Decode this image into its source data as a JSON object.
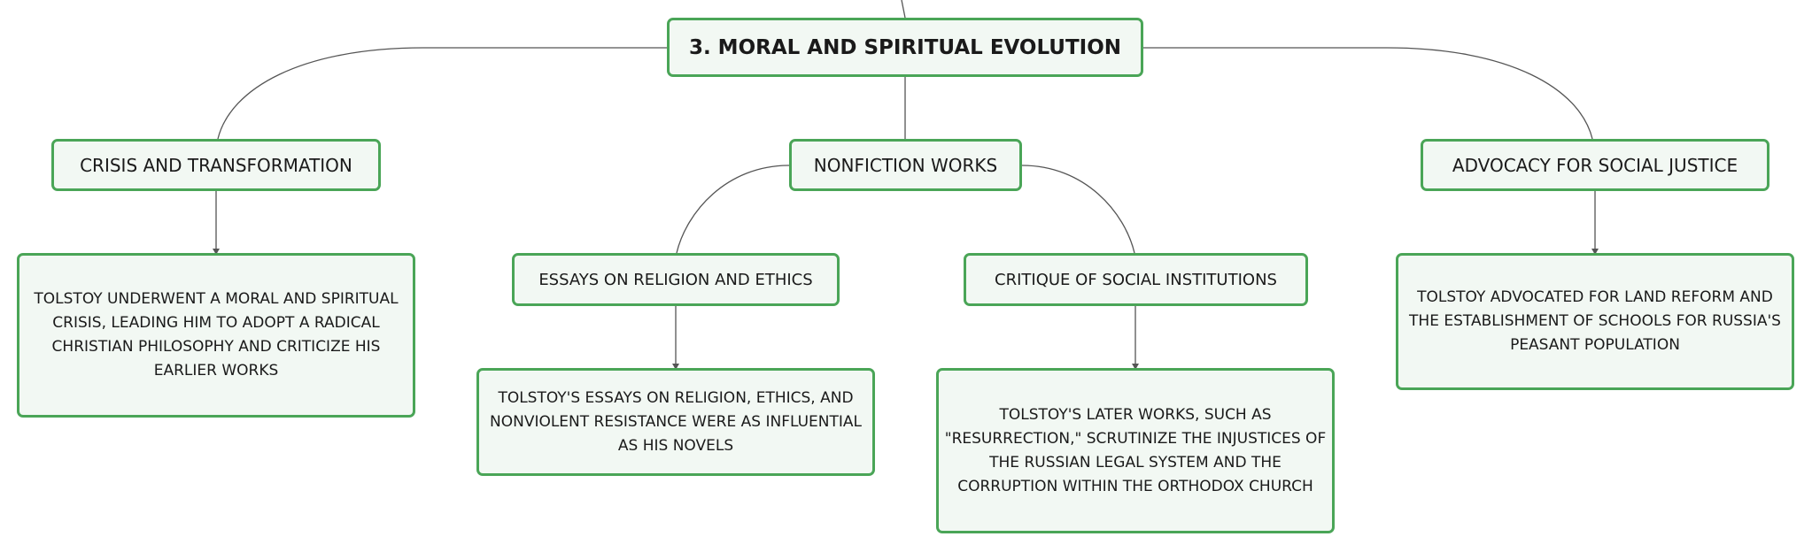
{
  "colors": {
    "node_border": "#4aa557",
    "node_fill": "#f2f8f3",
    "connector": "#555555"
  },
  "root": {
    "title": "3. MORAL AND SPIRITUAL EVOLUTION"
  },
  "branches": [
    {
      "title": "CRISIS AND TRANSFORMATION",
      "detail": "TOLSTOY UNDERWENT A MORAL AND SPIRITUAL CRISIS, LEADING HIM TO ADOPT A RADICAL CHRISTIAN PHILOSOPHY AND CRITICIZE HIS EARLIER WORKS"
    },
    {
      "title": "NONFICTION WORKS",
      "subtopics": [
        {
          "title": "ESSAYS ON RELIGION AND ETHICS",
          "detail": "TOLSTOY'S ESSAYS ON RELIGION, ETHICS, AND NONVIOLENT RESISTANCE WERE AS INFLUENTIAL AS HIS NOVELS"
        },
        {
          "title": "CRITIQUE OF SOCIAL INSTITUTIONS",
          "detail": "TOLSTOY'S LATER WORKS, SUCH AS \"RESURRECTION,\" SCRUTINIZE THE INJUSTICES OF THE RUSSIAN LEGAL SYSTEM AND THE CORRUPTION WITHIN THE ORTHODOX CHURCH"
        }
      ]
    },
    {
      "title": "ADVOCACY FOR SOCIAL JUSTICE",
      "detail": "TOLSTOY ADVOCATED FOR LAND REFORM AND THE ESTABLISHMENT OF SCHOOLS FOR RUSSIA'S PEASANT POPULATION"
    }
  ]
}
